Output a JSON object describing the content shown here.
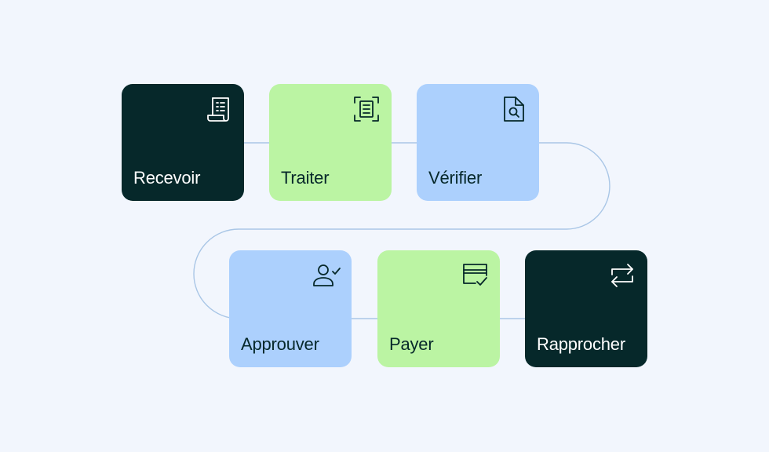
{
  "colors": {
    "background": "#f2f6fd",
    "dark": "#06282a",
    "green": "#bbf4a3",
    "blue": "#acd0fd",
    "connector": "#a9c6e6"
  },
  "steps": [
    {
      "label": "Recevoir",
      "icon": "receipt-icon"
    },
    {
      "label": "Traiter",
      "icon": "document-scan-icon"
    },
    {
      "label": "Vérifier",
      "icon": "document-search-icon"
    },
    {
      "label": "Approuver",
      "icon": "user-check-icon"
    },
    {
      "label": "Payer",
      "icon": "credit-card-check-icon"
    },
    {
      "label": "Rapprocher",
      "icon": "arrows-exchange-icon"
    }
  ]
}
